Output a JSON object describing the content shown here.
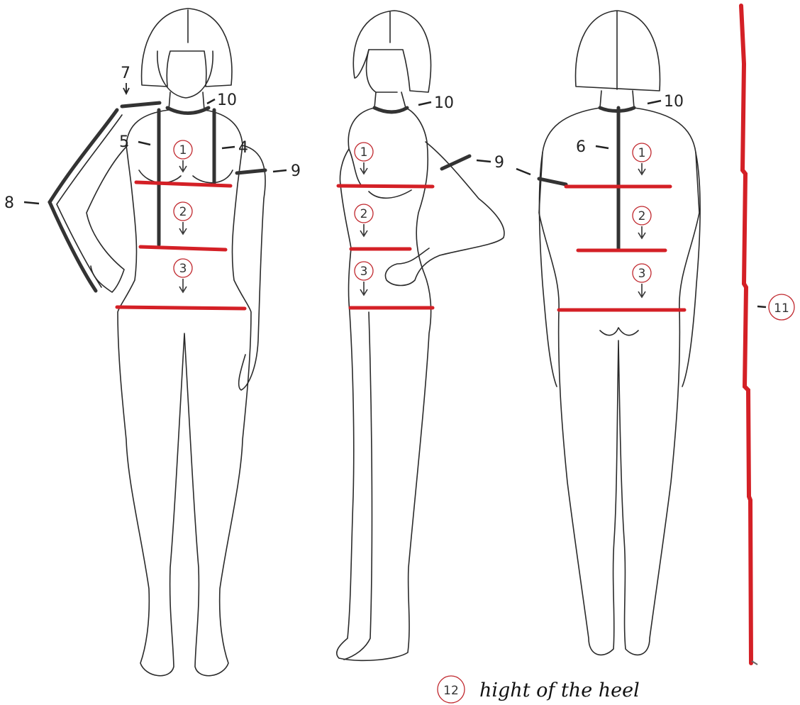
{
  "labels": {
    "n1": "1",
    "n2": "2",
    "n3": "3",
    "n4": "4",
    "n5": "5",
    "n6": "6",
    "n7": "7",
    "n8": "8",
    "n9": "9",
    "n10": "10",
    "n11": "11",
    "n12": "12"
  },
  "caption": "hight of the heel",
  "colors": {
    "measure_red": "#d42026",
    "outline": "#2a2a2a"
  }
}
